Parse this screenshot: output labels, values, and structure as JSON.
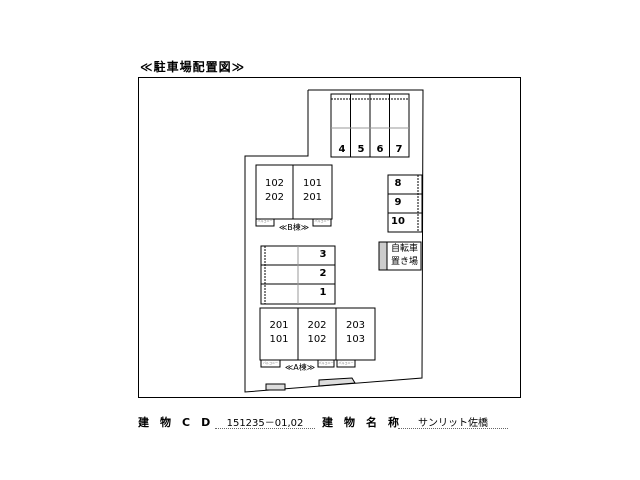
{
  "title": "≪駐車場配置図≫",
  "parking_slots": [
    "1",
    "2",
    "3",
    "4",
    "5",
    "6",
    "7",
    "8",
    "9",
    "10"
  ],
  "building_b": {
    "label": "≪B棟≫",
    "units": [
      [
        "102",
        "202"
      ],
      [
        "101",
        "201"
      ]
    ],
    "balcony": "バルコニー"
  },
  "building_a": {
    "label": "≪A棟≫",
    "units": [
      [
        "201",
        "101"
      ],
      [
        "202",
        "102"
      ],
      [
        "203",
        "103"
      ]
    ],
    "balcony": "バルコニー"
  },
  "bicycle": {
    "line1": "自転車",
    "line2": "置き場"
  },
  "footer": {
    "cd_label": "建　物　C　D",
    "cd_value": "151235－01,02",
    "name_label": "建　物　名　称",
    "name_value": "サンリット佐橋"
  }
}
